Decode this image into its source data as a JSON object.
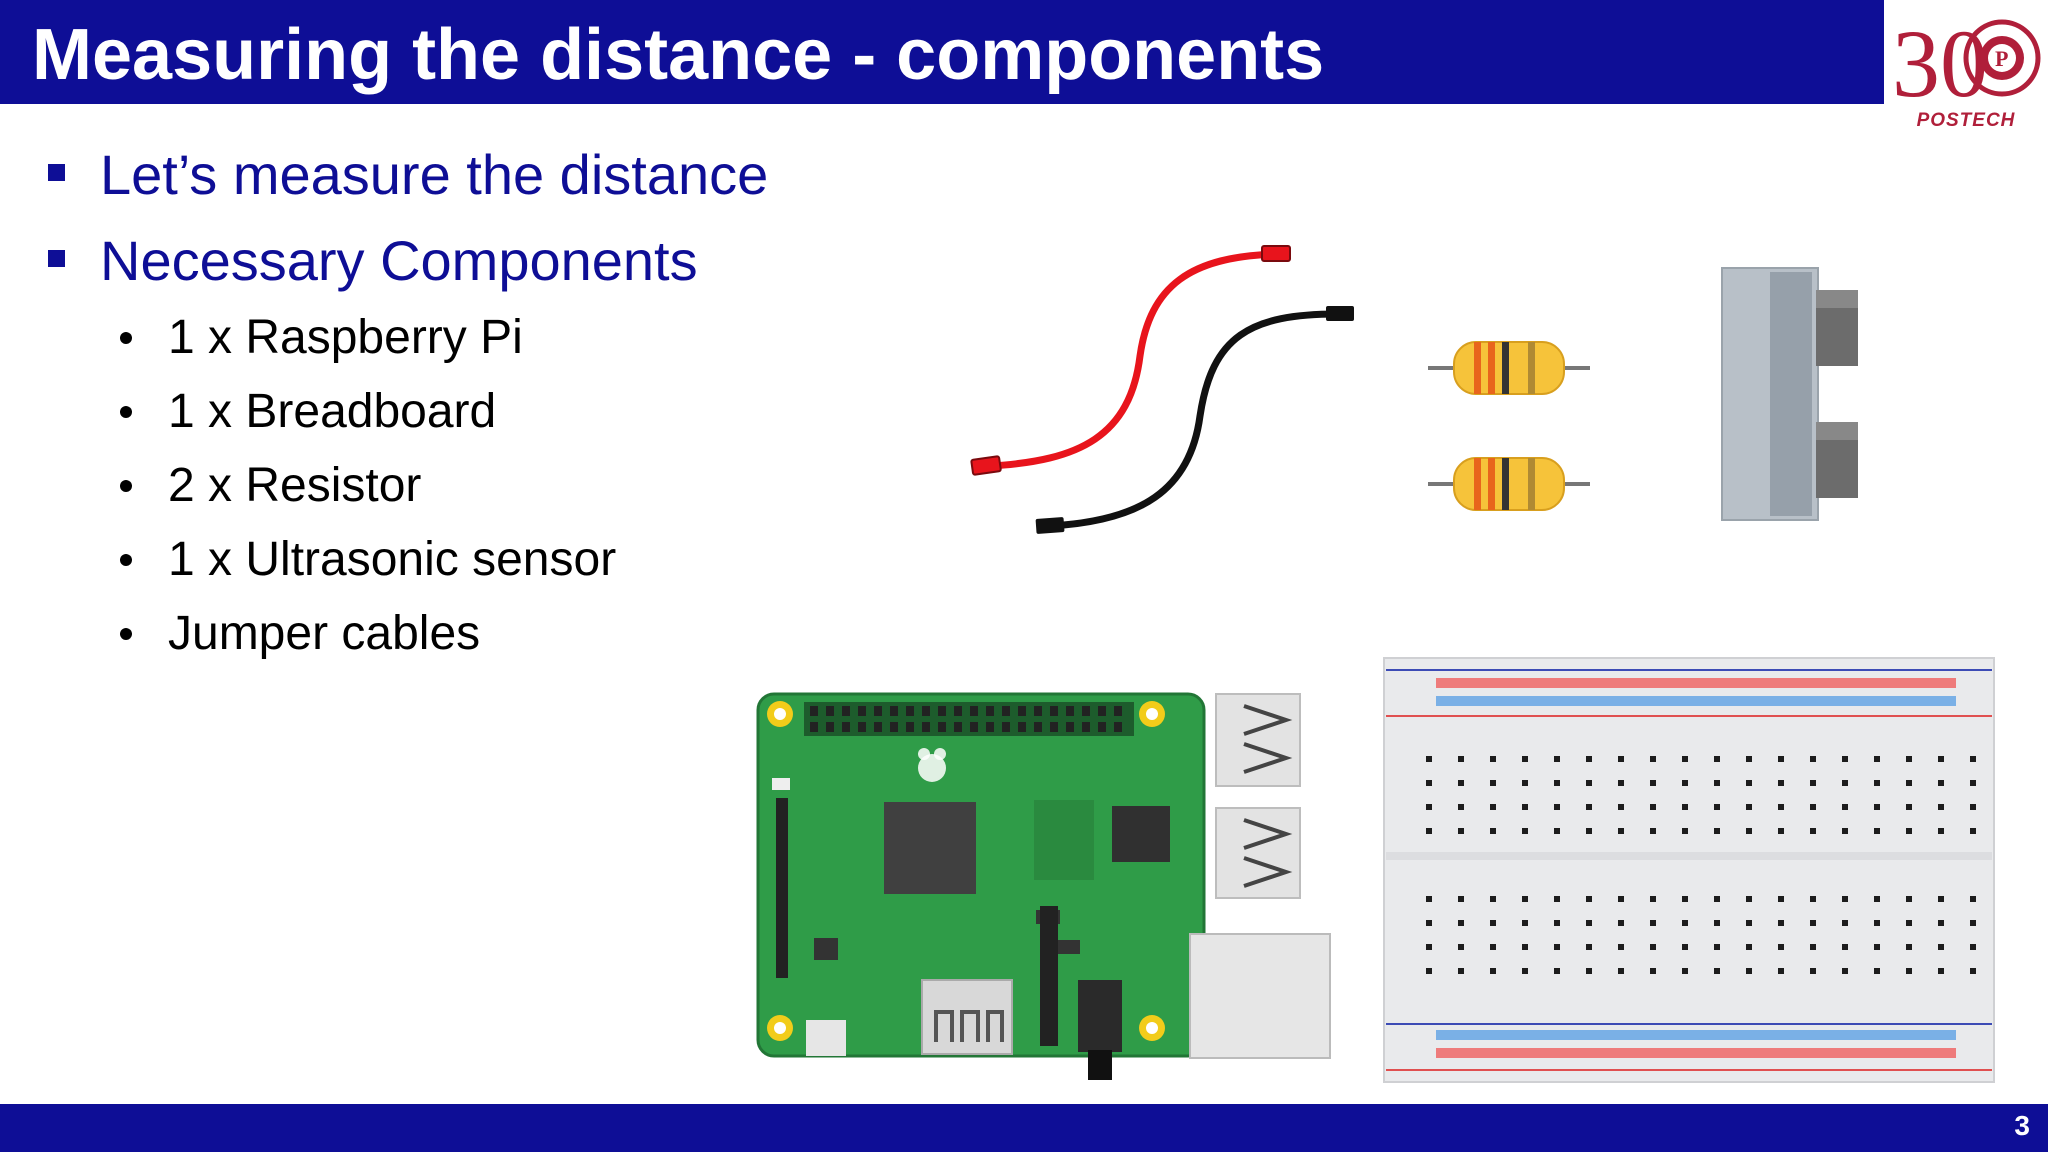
{
  "slide": {
    "title": "Measuring the distance - components",
    "page_number": "3"
  },
  "logo": {
    "icon": "postech-30th-anniversary-logo",
    "number": "30",
    "text": "POSTECH"
  },
  "bullets": [
    {
      "text": "Let’s measure the distance",
      "children": []
    },
    {
      "text": "Necessary Components",
      "children": [
        "1 x Raspberry Pi",
        "1 x Breadboard",
        "2 x Resistor",
        "1 x Ultrasonic sensor",
        "Jumper cables"
      ]
    }
  ],
  "illustrations": {
    "jumper_cables": {
      "icon": "jumper-cables-icon",
      "colors": [
        "#e8141c",
        "#111111"
      ]
    },
    "resistors": {
      "icon": "resistor-icon",
      "count": 2
    },
    "ultrasonic_sensor": {
      "icon": "ultrasonic-sensor-icon"
    },
    "raspberry_pi": {
      "icon": "raspberry-pi-board-icon"
    },
    "breadboard": {
      "icon": "breadboard-icon"
    }
  },
  "colors": {
    "brand_blue": "#0e0e96",
    "logo_red": "#b01f3a",
    "board_green": "#2f9c48"
  }
}
